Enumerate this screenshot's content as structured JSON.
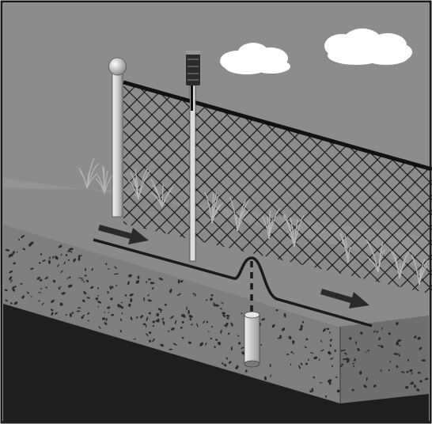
{
  "figure": {
    "palette": {
      "frame": "#1a1a1a",
      "sky": "#8c8c8c",
      "cloud": "#ffffff",
      "ground_top": "#8a8a8a",
      "soil_front": "#7e7e7e",
      "soil_side": "#6f6f6f",
      "soil_speckle": "#2a2a2a",
      "underground": "#1e1e1e",
      "fence_mesh": "#1c1c1c",
      "fence_post": "#d9d9d9",
      "signal_line": "#1a1a1a",
      "arrow": "#2a2a2a",
      "grass": "#b0b0b0"
    },
    "icons": {
      "fence_post": "fence-post-with-ball-top",
      "sensor_mast": "sensor-mast",
      "buried_sensor": "buried-sensor-cylinder",
      "flow_arrows": "right-arrow",
      "clouds": "cloud"
    }
  }
}
